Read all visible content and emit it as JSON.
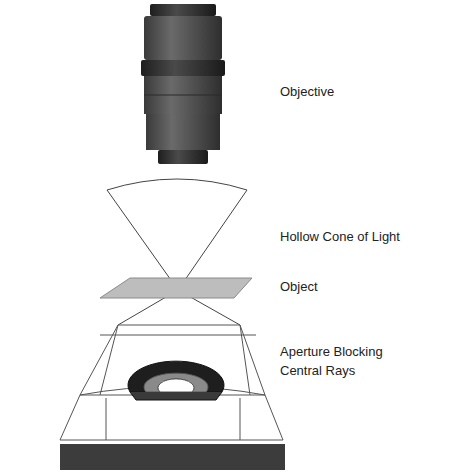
{
  "diagram": {
    "labels": [
      "Objective",
      "Hollow Cone of Light",
      "Object",
      "Aperture Blocking Central Rays"
    ]
  }
}
